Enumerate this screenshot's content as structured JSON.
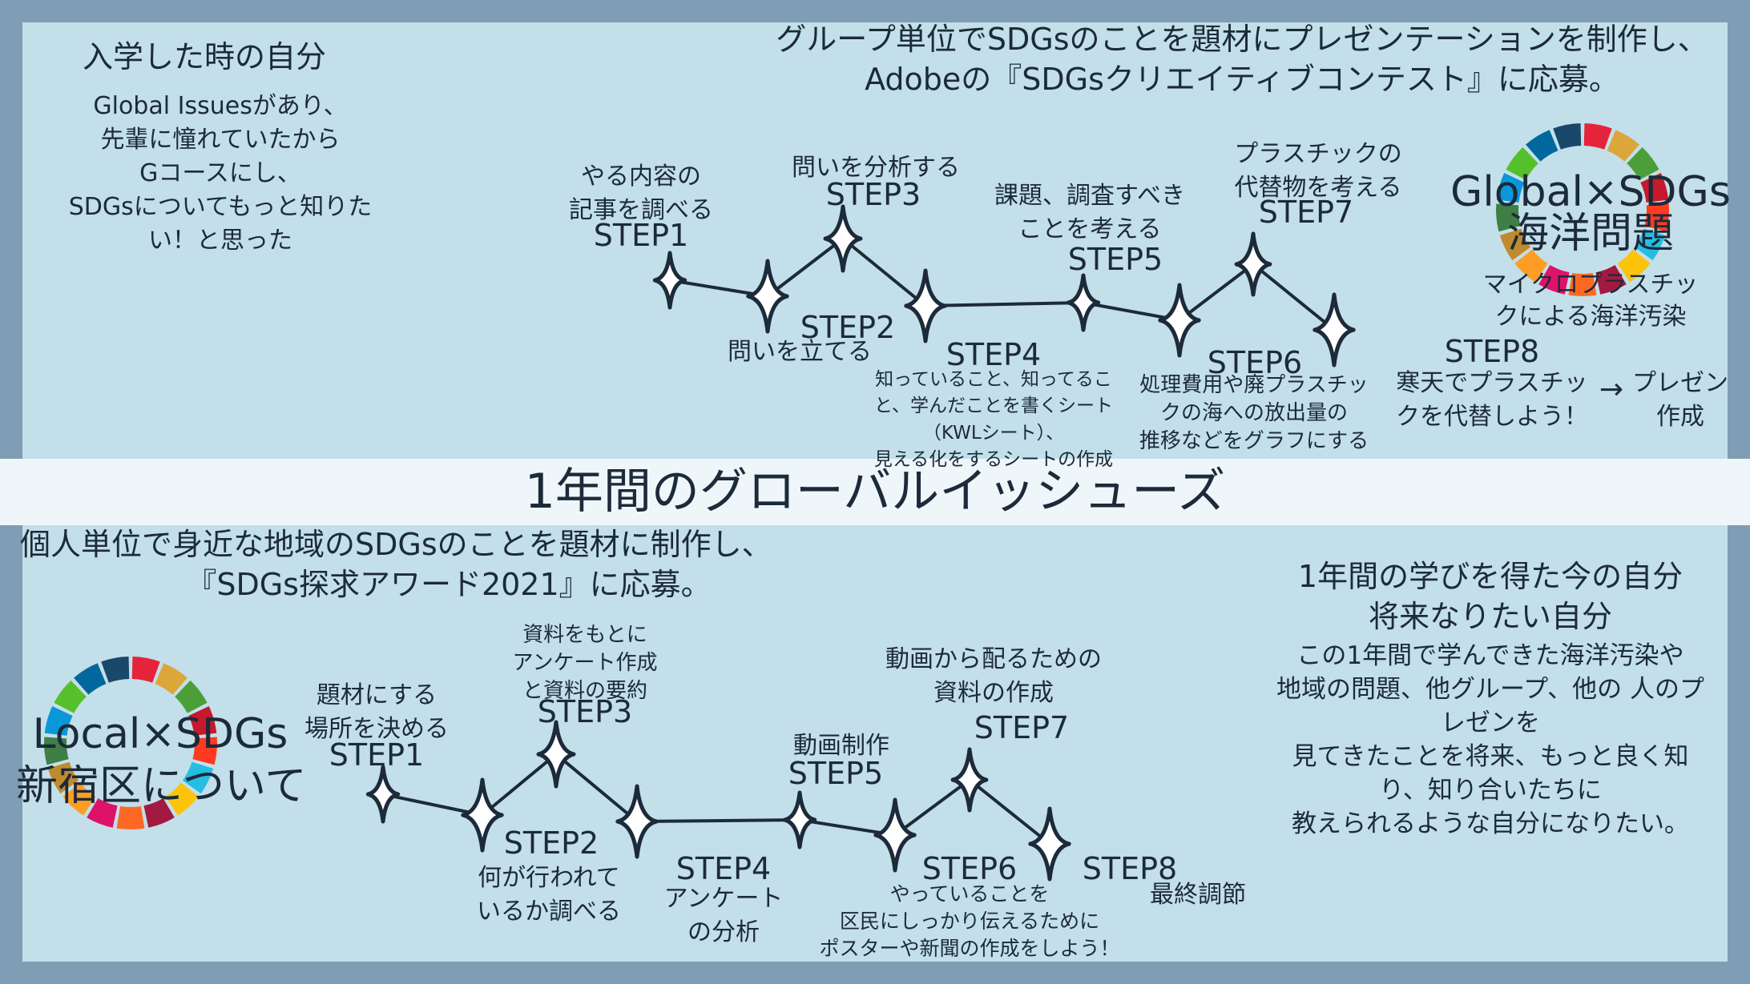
{
  "title": "1年間のグローバルイッシューズ",
  "top": {
    "intro_heading": "入学した時の自分",
    "intro_lines": [
      "Global Issuesがあり、",
      "先輩に憧れていたから",
      "Gコースにし、",
      "SDGsについてもっと知りた",
      "い！と思った"
    ],
    "header_lines": [
      "グループ単位でSDGsのことを題材にプレゼンテーションを制作し、",
      "Adobeの『SDGsクリエイティブコンテスト』に応募。"
    ],
    "logo_lines": [
      "Global×SDGs",
      "海洋問題"
    ],
    "logo_sub_lines": [
      "マイクロプラスチッ",
      "クによる海洋汚染"
    ],
    "steps": [
      {
        "label": "STEP1",
        "desc": [
          "やる内容の",
          "記事を調べる"
        ]
      },
      {
        "label": "STEP2",
        "desc": [
          "問いを立てる"
        ]
      },
      {
        "label": "STEP3",
        "desc": [
          "問いを分析する"
        ]
      },
      {
        "label": "STEP4",
        "desc": [
          "知っていること、知ってるこ",
          "と、学んだことを書くシート",
          "（KWLシート）、",
          "見える化をするシートの作成"
        ]
      },
      {
        "label": "STEP5",
        "desc": [
          "課題、調査すべき",
          "ことを考える"
        ]
      },
      {
        "label": "STEP6",
        "desc": [
          "処理費用や廃プラスチッ",
          "クの海への放出量の",
          "推移などをグラフにする"
        ]
      },
      {
        "label": "STEP7",
        "desc": [
          "プラスチックの",
          "代替物を考える"
        ]
      },
      {
        "label": "STEP8",
        "desc": [
          "寒天でプラスチッ",
          "クを代替しよう！"
        ]
      }
    ],
    "arrow": "→",
    "final_lines": [
      "プレゼン",
      "作成"
    ]
  },
  "bottom": {
    "header_lines": [
      "個人単位で身近な地域のSDGsのことを題材に制作し、",
      "『SDGs探求アワード2021』に応募。"
    ],
    "logo_lines": [
      "Local×SDGs",
      "新宿区について"
    ],
    "outro_lines": [
      "1年間の学びを得た今の自分",
      "将来なりたい自分"
    ],
    "outro_body": [
      "この1年間で学んできた海洋汚染や",
      "地域の問題、他グループ、他の 人のプ",
      "レゼンを",
      "見てきたことを将来、もっと良く知",
      "り、知り合いたちに",
      "教えられるような自分になりたい。"
    ],
    "steps": [
      {
        "label": "STEP1",
        "desc": [
          "題材にする",
          "場所を決める"
        ]
      },
      {
        "label": "STEP2",
        "desc": [
          "何が行われて",
          "いるか調べる"
        ]
      },
      {
        "label": "STEP3",
        "desc": [
          "資料をもとに",
          "アンケート作成",
          "と資料の要約"
        ]
      },
      {
        "label": "STEP4",
        "desc": [
          "アンケート",
          "の分析"
        ]
      },
      {
        "label": "STEP5",
        "desc": [
          "動画制作"
        ]
      },
      {
        "label": "STEP6",
        "desc": [
          "やっていることを",
          "区民にしっかり伝えるために",
          "ポスターや新聞の作成をしよう！"
        ]
      },
      {
        "label": "STEP7",
        "desc": [
          "動画から配るための",
          "資料の作成"
        ]
      },
      {
        "label": "STEP8",
        "desc": [
          "最終調節"
        ]
      }
    ]
  },
  "colors": {
    "frame": "#7f9db4",
    "panel": "#c3dfe9",
    "band": "#eef6f9",
    "ink": "#1c2a3a",
    "sdg_wheel": [
      "#e5243b",
      "#dda63a",
      "#4c9f38",
      "#c5192d",
      "#ff3a21",
      "#26bde2",
      "#fcc30b",
      "#a21942",
      "#fd6925",
      "#dd1367",
      "#fd9d24",
      "#bf8b2e",
      "#3f7e44",
      "#0a97d9",
      "#56c02b",
      "#00689d",
      "#19486a"
    ]
  }
}
